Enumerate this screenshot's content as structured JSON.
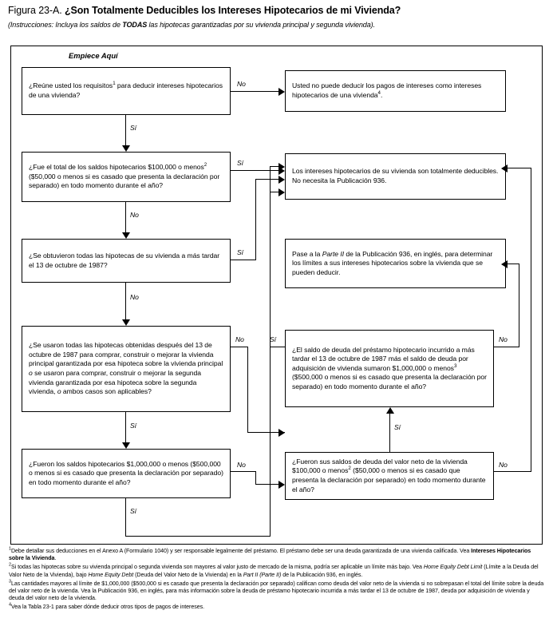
{
  "figure": {
    "title_lead": "Figura 23-A.",
    "title_main": " ¿Son Totalmente Deducibles los Intereses Hipotecarios de mi Vivienda?",
    "subtitle_pre": "(Instrucciones: Incluya los saldos de ",
    "subtitle_bold": "TODAS",
    "subtitle_post": " las hipotecas garantizadas por su vivienda principal y segunda vivienda)."
  },
  "start_label": "Empiece Aquí",
  "labels": {
    "no": "No",
    "si": "Sí"
  },
  "nodes": {
    "q1": {
      "id": "q1",
      "text_a": "¿Reúne usted los requisitos",
      "sup": "1",
      "text_b": " para deducir intereses hipotecarios de una vivienda?"
    },
    "r_no_deduct": {
      "text_a": "Usted no puede deducir los pagos de intereses como intereses hipotecarios de una vivienda",
      "sup": "4",
      "text_b": "."
    },
    "q2": {
      "text_a": "¿Fue el total de los saldos hipotecarios $100,000 o menos",
      "sup": "2",
      "text_b": " ($50,000 o menos si es casado que presenta la declaración por separado) en todo momento durante el año?"
    },
    "r_fully": {
      "text": "Los intereses hipotecarios de su vivienda son totalmente deducibles. No necesita la Publicación 936."
    },
    "q3": {
      "text": "¿Se obtuvieron todas las hipotecas de su vivienda a más tardar el 13 de octubre de 1987?"
    },
    "r_part2": {
      "text_a": "Pase a la ",
      "em": "Parte II",
      "text_b": " de la Publicación 936, en inglés, para determinar los límites a sus intereses hipotecarios sobre la vivienda que se pueden deducir."
    },
    "q4": {
      "text_a": "¿Se usaron todas las hipotecas obtenidas después del 13 de octubre de 1987 para comprar, construir o mejorar la vivienda principal garantizada por esa hipoteca sobre la vivienda principal ",
      "em1": "o",
      "text_b": " se usaron para comprar, construir o mejorar la segunda vivienda garantizada por esa hipoteca sobre la segunda vivienda, ",
      "em2": "o",
      "text_c": " ambos casos son aplicables?"
    },
    "q5": {
      "text_a": "¿El saldo de deuda del préstamo hipotecario incurrido a más tardar el 13 de octubre de 1987 más el saldo de deuda por adquisición de vivienda sumaron $1,000,000 o menos",
      "sup": "3",
      "text_b": " ($500,000 o menos si es casado que presenta la declaración por separado) en todo momento durante el año?"
    },
    "q6": {
      "text": "¿Fueron los saldos hipotecarios $1,000,000 o menos ($500,000 o menos si es casado que presenta la declaración por separado) en todo momento durante el año?"
    },
    "q7": {
      "text_a": "¿Fueron sus saldos de deuda del valor neto de la vivienda $100,000 o menos",
      "sup": "2",
      "text_b": " ($50,000 o menos si es casado que presenta la declaración por separado) en todo momento durante el año?"
    }
  },
  "footnotes": {
    "n1_sup": "1",
    "n1_a": "Debe detallar sus deducciones en el Anexo A (Formulario 1040) y ser responsable legalmente del préstamo. El préstamo debe ser una deuda garantizada de una vivienda calificada. Vea ",
    "n1_b": "Intereses Hipotecarios sobre la Vivienda",
    "n1_c": ".",
    "n2_sup": "2",
    "n2_a": "Si todas las hipotecas sobre su vivienda principal o segunda vivienda son mayores al valor justo de mercado de la misma, podría ser aplicable un límite más bajo. Vea ",
    "n2_em1": "Home Equity Debt Limit",
    "n2_b": " (Límite a la Deuda del Valor Neto de la Vivienda), bajo ",
    "n2_em2": "Home Equity Debt",
    "n2_c": " (Deuda del Valor Neto de la Vivienda) en la ",
    "n2_em3": "Part II",
    "n2_d": " ",
    "n2_em4": "(Parte II)",
    "n2_e": " de la Publicación 936, en inglés.",
    "n3_sup": "3",
    "n3_a": "Las cantidades mayores al límite de $1,000,000 ($500,000 si es casado que presenta la declaración por separado) califican como deuda del valor neto de la vivienda si no sobrepasan el total del límite sobre la deuda del valor neto de la vivienda. Vea la Publicación 936, en inglés, para más información sobre la deuda de préstamo hipotecario incurrida a más tardar el 13 de octubre de 1987, deuda por adquisición de vivienda y deuda del valor neto de la vivienda.",
    "n4_sup": "4",
    "n4_a": "Vea la Tabla 23-1 para saber dónde deducir otros tipos de pagos de intereses."
  }
}
